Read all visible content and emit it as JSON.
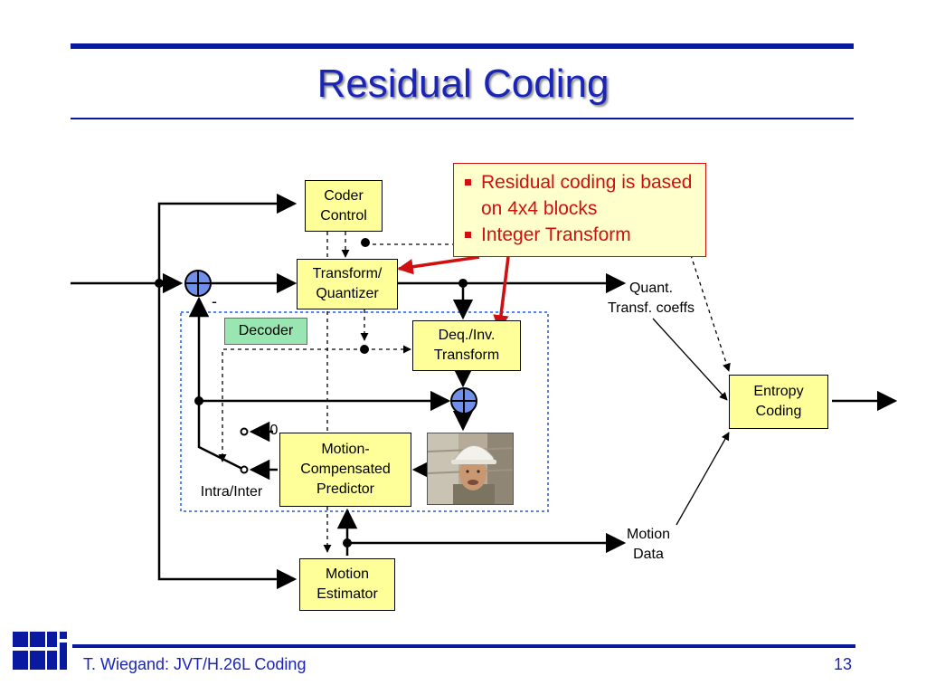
{
  "slide": {
    "title": "Residual Coding",
    "footer_left": "T. Wiegand: JVT/H.26L Coding",
    "page_number": "13"
  },
  "colors": {
    "accent_blue": "#0a1aa0",
    "title_blue": "#1a25b8",
    "block_fill": "#ffff99",
    "callout_red": "#d01010",
    "decoder_tag": "#99e6b3",
    "adder_fill": "#6f8fe8"
  },
  "diagram": {
    "blocks": {
      "coder_control": "Coder\nControl",
      "transform_quantizer": "Transform/\nQuantizer",
      "deq_inv_transform": "Deq./Inv.\nTransform",
      "entropy_coding": "Entropy\nCoding",
      "motion_compensated_predictor": "Motion-\nCompensated\nPredictor",
      "motion_estimator": "Motion\nEstimator"
    },
    "labels": {
      "decoder": "Decoder",
      "quant_coeffs": "Quant.\nTransf. coeffs",
      "motion_data": "Motion\nData",
      "intra_inter": "Intra/Inter",
      "zero": "0",
      "minus": "-"
    },
    "callout": {
      "items": [
        "Residual coding is based on 4x4 blocks",
        "Integer Transform"
      ]
    },
    "icons": [
      "adder-icon",
      "junction-dot-icon",
      "switch-contact-icon",
      "arrowhead-icon",
      "bullet-square-icon",
      "logo-grid-icon",
      "video-frame-thumbnail"
    ]
  }
}
